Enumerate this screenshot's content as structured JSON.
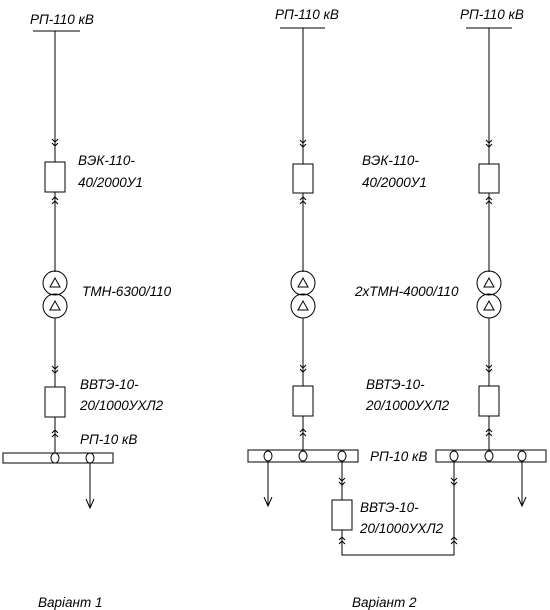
{
  "variant1": {
    "source_label": "РП-110 кВ",
    "breaker_label_line1": "ВЭК-110-",
    "breaker_label_line2": "40/2000У1",
    "transformer_label": "ТМН-6300/110",
    "vacuum_label_line1": "ВВТЭ-10-",
    "vacuum_label_line2": "20/1000УХЛ2",
    "bus_label": "РП-10 кВ",
    "caption": "Варіант 1"
  },
  "variant2": {
    "source_left_label": "РП-110 кВ",
    "source_right_label": "РП-110 кВ",
    "breaker_label_line1": "ВЭК-110-",
    "breaker_label_line2": "40/2000У1",
    "transformer_label": "2хТМН-4000/110",
    "vacuum_label_line1": "ВВТЭ-10-",
    "vacuum_label_line2": "20/1000УХЛ2",
    "bus_label": "РП-10 кВ",
    "sectional_label_line1": "ВВТЭ-10-",
    "sectional_label_line2": "20/1000УХЛ2",
    "caption": "Варіант 2"
  }
}
